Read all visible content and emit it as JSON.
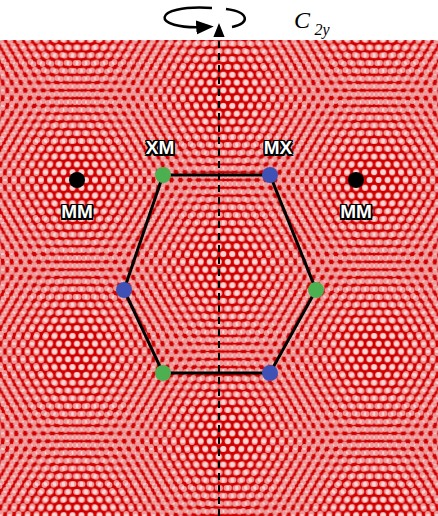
{
  "diagram": {
    "labels": [
      "C",
      "2y",
      "MM",
      "XM",
      "MX",
      "MM"
    ]
  }
}
